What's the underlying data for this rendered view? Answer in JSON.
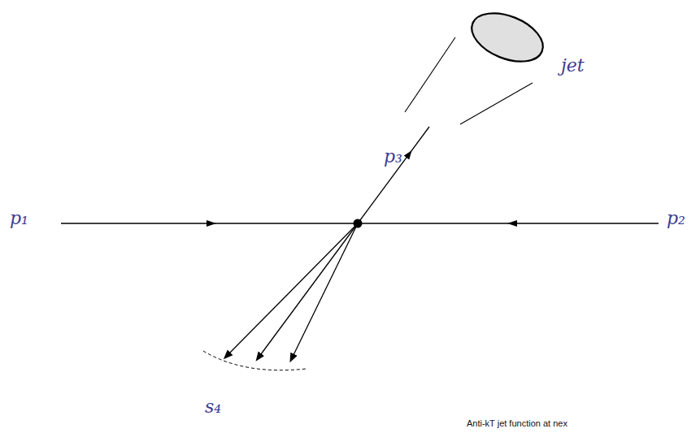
{
  "diagram": {
    "labels": [
      "p₁",
      "p₂",
      "p₃",
      "jet",
      "s₄",
      "Anti-kT jet function at nex"
    ]
  }
}
